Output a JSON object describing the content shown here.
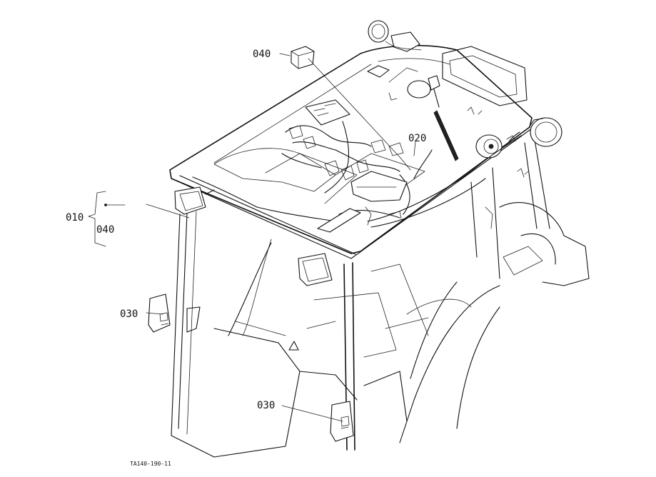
{
  "labels": {
    "part_040_top": "040",
    "part_020": "020",
    "part_010": "010",
    "part_040_left": "040",
    "part_030_upper": "030",
    "part_030_lower": "030"
  },
  "figure_code": "TA140-190-11"
}
